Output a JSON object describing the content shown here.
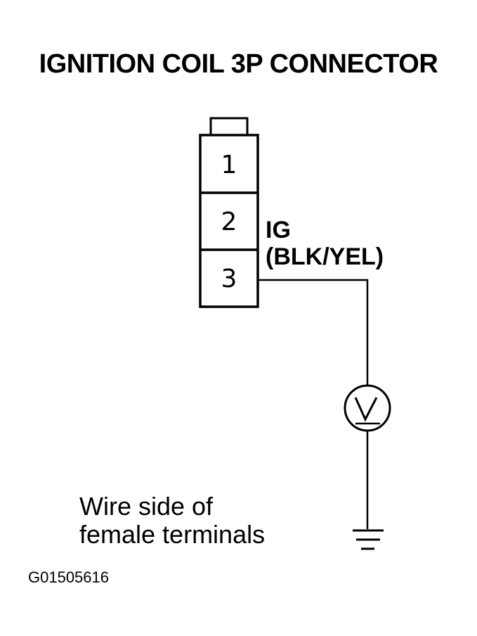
{
  "title": "IGNITION COIL 3P CONNECTOR",
  "connector": {
    "pins": [
      "1",
      "2",
      "3"
    ]
  },
  "wire": {
    "signal": "IG",
    "color": "(BLK/YEL)"
  },
  "meter": {
    "symbol": "V",
    "icon": "voltmeter-icon"
  },
  "ground": {
    "icon": "ground-icon"
  },
  "note": {
    "line1": "Wire side of",
    "line2": "female terminals"
  },
  "figure_id": "G01505616"
}
